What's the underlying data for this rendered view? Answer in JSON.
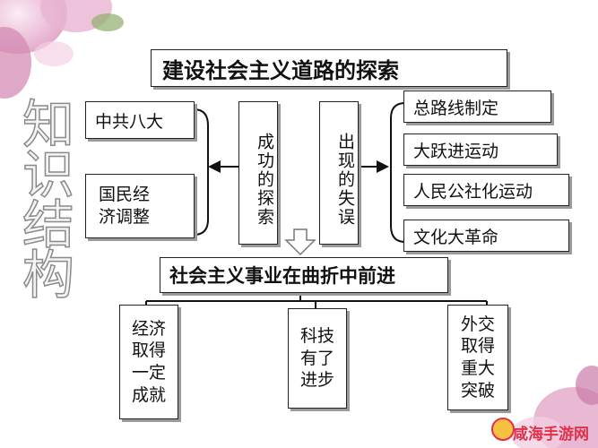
{
  "title": "建设社会主义道路的探索",
  "side_text": "知识结构",
  "left_items": [
    "中共八大",
    "国民经\n济调整"
  ],
  "success_label": "成功的探索",
  "mistake_label": "出现的失误",
  "right_items": [
    "总路线制定",
    "大跃进运动",
    "人民公社化运动",
    "文化大革命"
  ],
  "mid_title": "社会主义事业在曲折中前进",
  "bottom_items": [
    "经济\n取得\n一定\n成就",
    "科技\n有了\n进步",
    "外交\n取得\n重大\n突破"
  ],
  "watermark": "咸海手游网",
  "colors": {
    "border": "#222222",
    "shadow": "#9a9a9a",
    "flower": "#d98ab6",
    "watermark": "#e0304a"
  }
}
